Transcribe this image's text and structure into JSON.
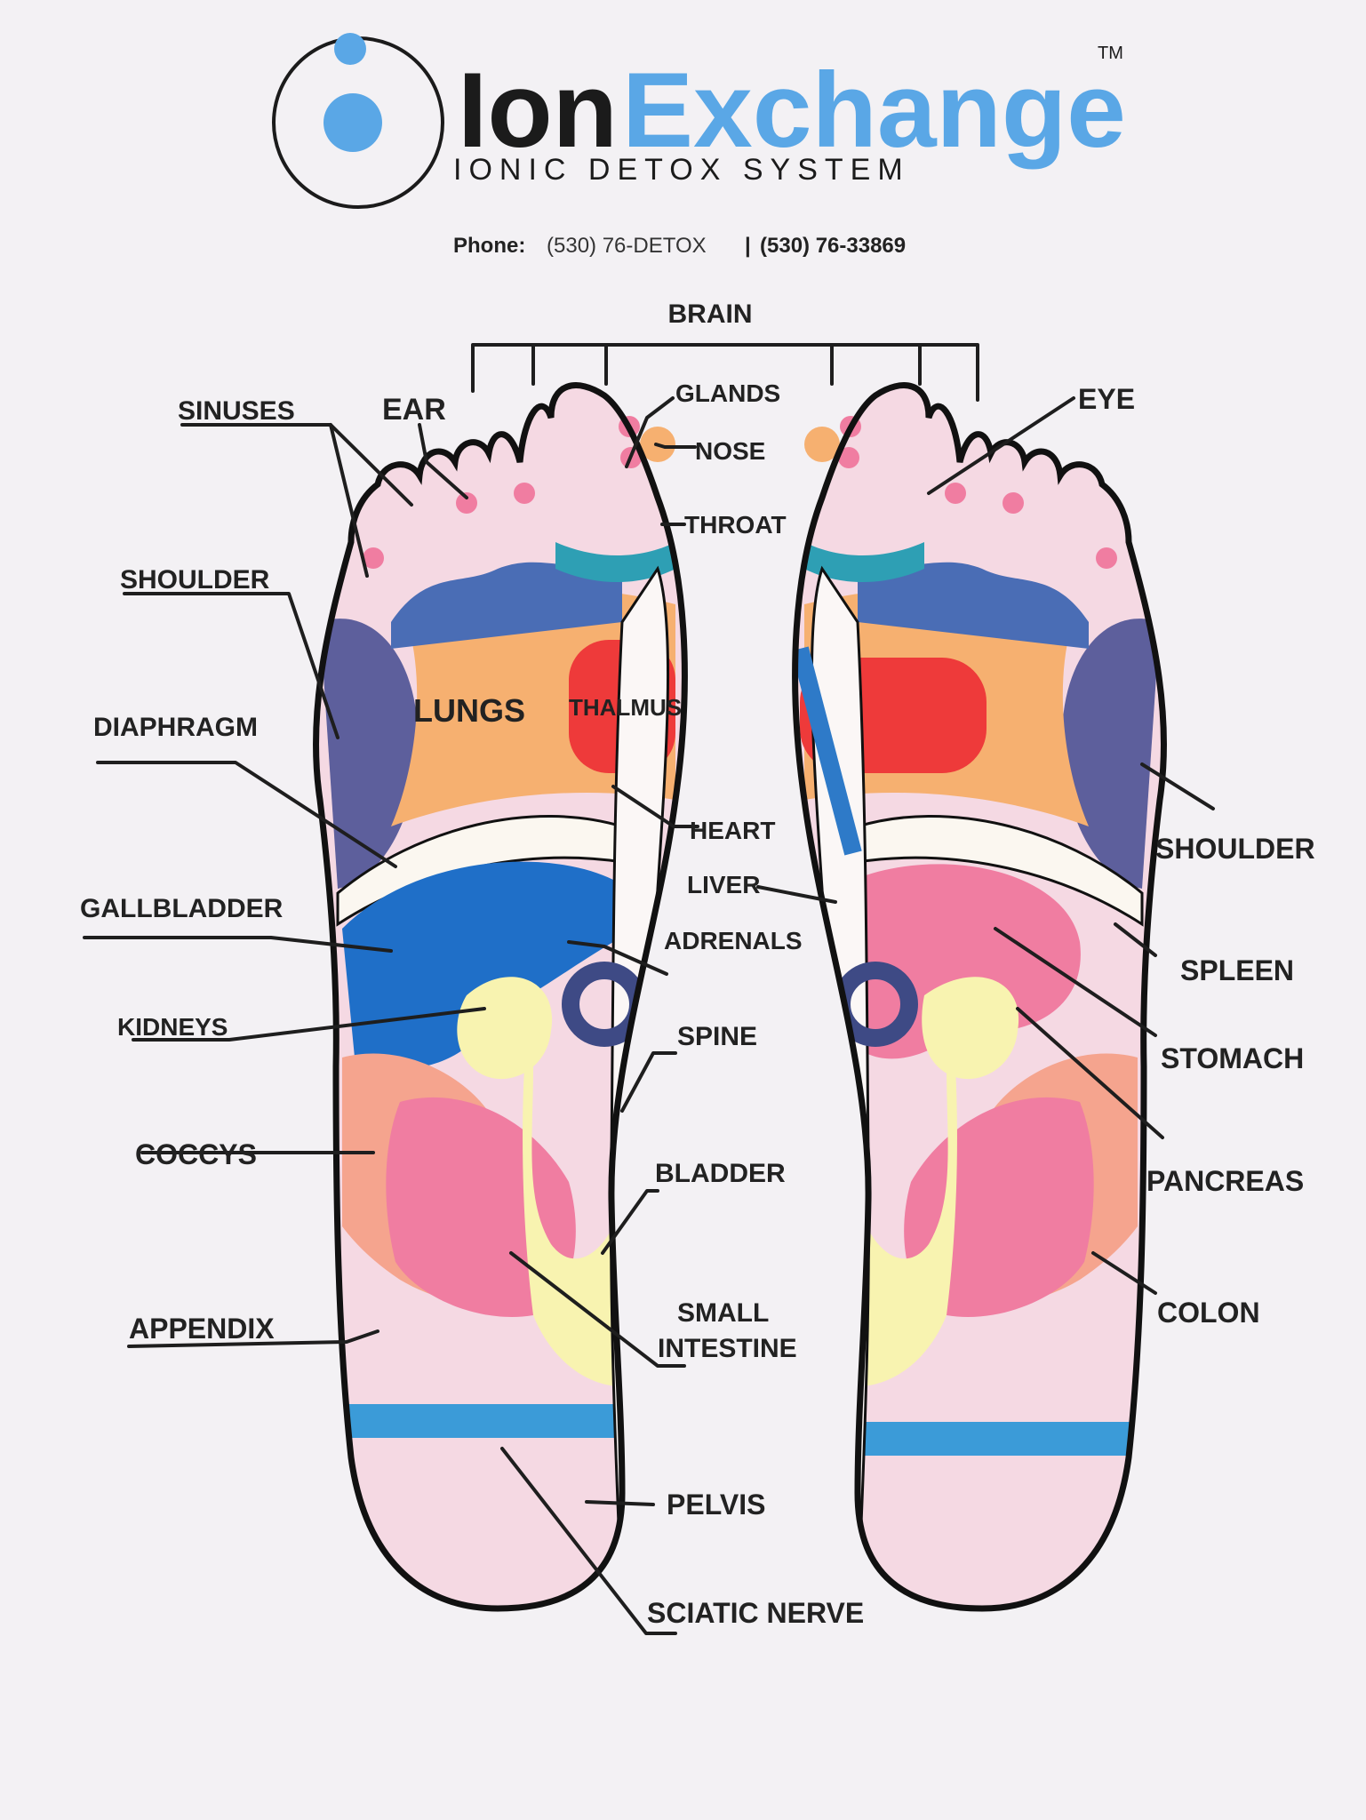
{
  "colors": {
    "brand_blue": "#5aa7e6",
    "brand_dark": "#1b1b1b",
    "lungs_orange": "#f6b070",
    "thalamus_red": "#ee3a3a",
    "shoulder_purple": "#5d5f9c",
    "gallbladder_blue": "#1f6fc8",
    "kidney_yellow": "#f8f3b0",
    "intestine_pink": "#f07da1",
    "colon_peach": "#f5a48e",
    "pelvis_blue": "#3b9bd8",
    "throat_teal": "#2e9fb4"
  },
  "brand": {
    "logo_icon": "ion-logo-icon",
    "name_part1": "Ion",
    "name_part2": "Exchange",
    "trademark": "TM",
    "tagline": "IONIC DETOX SYSTEM"
  },
  "contact": {
    "phone_label": "Phone:",
    "phone_alpha": "(530) 76-DETOX",
    "separator": "|",
    "phone_numeric": "(530) 76-33869"
  },
  "labels": {
    "brain": "BRAIN",
    "sinuses": "SINUSES",
    "ear": "EAR",
    "glands": "GLANDS",
    "nose": "NOSE",
    "throat": "THROAT",
    "eye": "EYE",
    "shoulder_left": "SHOULDER",
    "diaphragm": "DIAPHRAGM",
    "lungs": "LUNGS",
    "thalmus": "THALMUS",
    "heart": "HEART",
    "liver": "LIVER",
    "shoulder_right": "SHOULDER",
    "gallbladder": "GALLBLADDER",
    "adrenals": "ADRENALS",
    "spleen": "SPLEEN",
    "kidneys": "KIDNEYS",
    "spine": "SPINE",
    "stomach": "STOMACH",
    "coccys": "COCCYS",
    "bladder": "BLADDER",
    "pancreas": "PANCREAS",
    "small_intestine_1": "SMALL",
    "small_intestine_2": "INTESTINE",
    "appendix": "APPENDIX",
    "colon": "COLON",
    "pelvis": "PELVIS",
    "sciatic_nerve": "SCIATIC NERVE"
  }
}
